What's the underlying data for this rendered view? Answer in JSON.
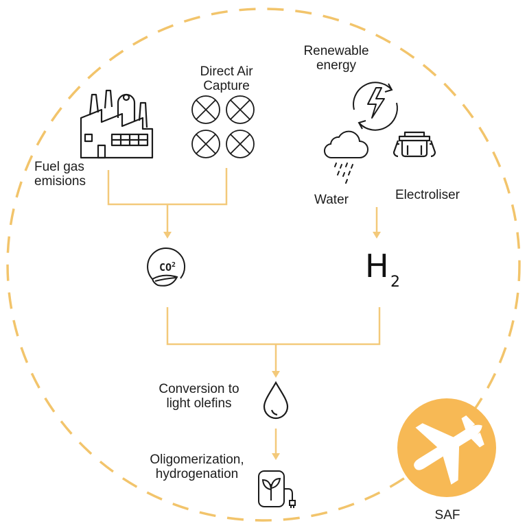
{
  "colors": {
    "accent": "#f2c46b",
    "connector": "#f3c97a",
    "icon_stroke": "#1a1a1a",
    "saf_fill": "#f7b955",
    "plane": "#ffffff"
  },
  "nodes": {
    "direct_air_capture": "Direct Air\nCapture",
    "fuel_gas": "Fuel gas\nemisions",
    "renewable_energy": "Renewable\nenergy",
    "water": "Water",
    "electroliser": "Electroliser",
    "co2_symbol": "CO",
    "co2_superscript": "2",
    "h2_symbol": "H",
    "h2_subscript": "2",
    "conversion": "Conversion to\nlight olefins",
    "oligomerization": "Oligomerization,\nhydrogenation",
    "saf": "SAF"
  },
  "icons": [
    "factory-icon",
    "dac-fan-icon",
    "renewable-energy-icon",
    "rain-cloud-icon",
    "electroliser-icon",
    "co2-leaf-icon",
    "fuel-drop-icon",
    "plant-plug-icon",
    "airplane-icon"
  ]
}
